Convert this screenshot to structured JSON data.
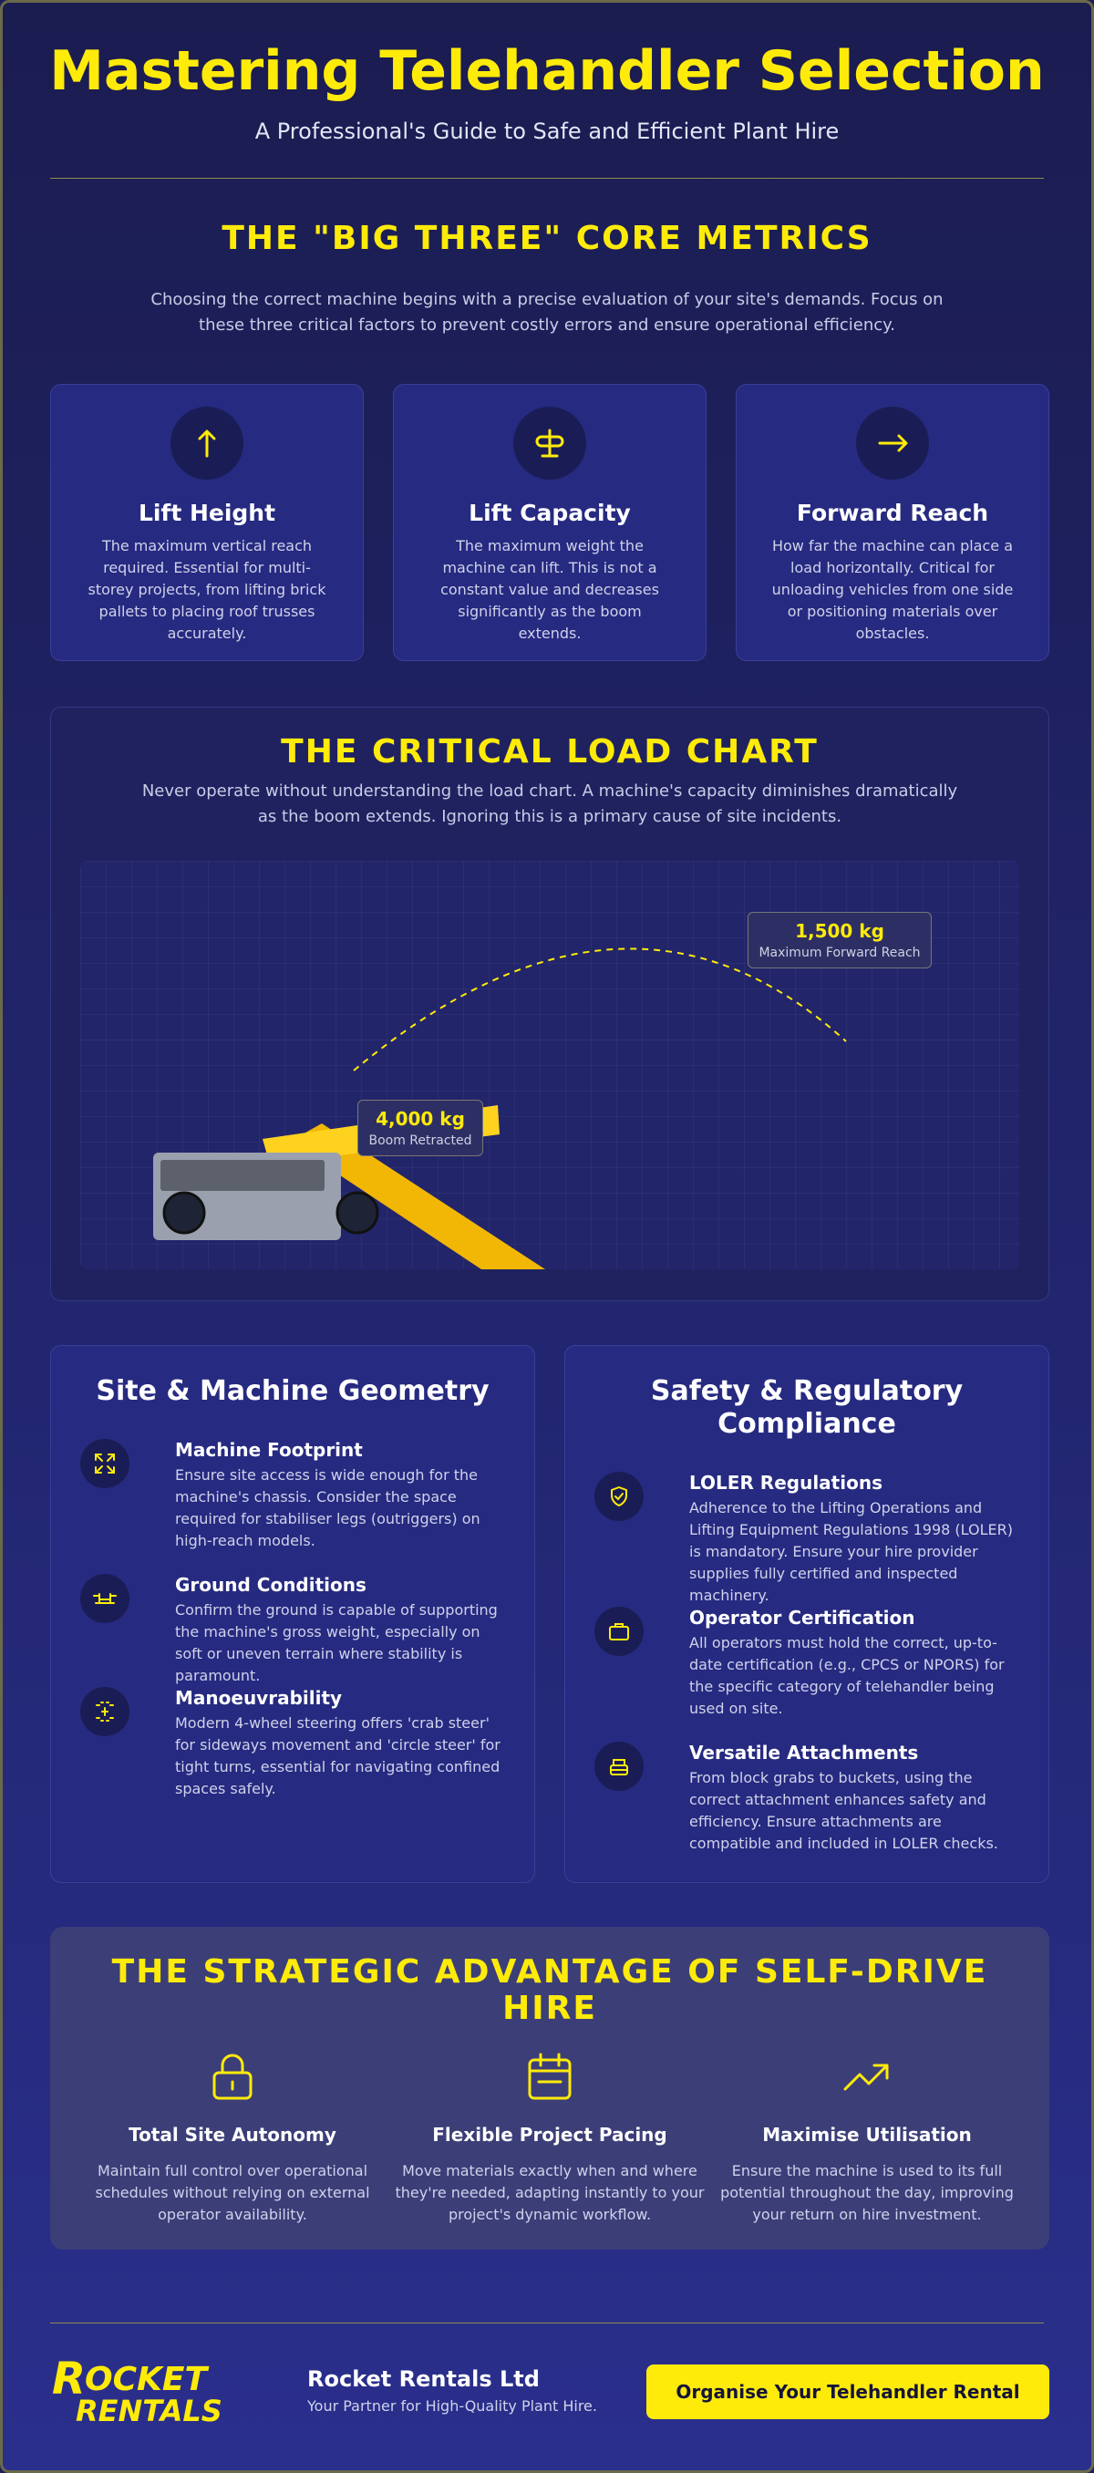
{
  "header": {
    "title": "Mastering Telehandler Selection",
    "subtitle": "A Professional's Guide to Safe and Efficient Plant Hire"
  },
  "metrics": {
    "title": "THE \"BIG THREE\" CORE METRICS",
    "intro": "Choosing the correct machine begins with a precise evaluation of your site's demands. Focus on these three critical factors to prevent costly errors and ensure operational efficiency.",
    "cards": [
      {
        "icon": "arrow-up-icon",
        "title": "Lift Height",
        "text": "The maximum vertical reach required. Essential for multi-storey projects, from lifting brick pallets to placing roof trusses accurately."
      },
      {
        "icon": "weight-scale-icon",
        "title": "Lift Capacity",
        "text": "The maximum weight the machine can lift. This is not a constant value and decreases significantly as the boom extends."
      },
      {
        "icon": "arrow-right-icon",
        "title": "Forward Reach",
        "text": "How far the machine can place a load horizontally. Critical for unloading vehicles from one side or positioning materials over obstacles."
      }
    ]
  },
  "load_chart": {
    "title": "THE CRITICAL LOAD CHART",
    "intro": "Never operate without understanding the load chart. A machine's capacity diminishes dramatically as the boom extends. Ignoring this is a primary cause of site incidents.",
    "retracted": {
      "value": "4,000 kg",
      "label": "Boom Retracted"
    },
    "extended": {
      "value": "1,500 kg",
      "label": "Maximum Forward Reach"
    }
  },
  "geometry": {
    "title": "Site & Machine Geometry",
    "items": [
      {
        "icon": "expand-arrows-icon",
        "title": "Machine Footprint",
        "text": "Ensure site access is wide enough for the machine's chassis. Consider the space required for stabiliser legs (outriggers) on high-reach models."
      },
      {
        "icon": "ground-terrain-icon",
        "title": "Ground Conditions",
        "text": "Confirm the ground is capable of supporting the machine's gross weight, especially on soft or uneven terrain where stability is paramount."
      },
      {
        "icon": "steering-icon",
        "title": "Manoeuvrability",
        "text": "Modern 4-wheel steering offers 'crab steer' for sideways movement and 'circle steer' for tight turns, essential for navigating confined spaces safely."
      }
    ]
  },
  "compliance": {
    "title": "Safety & Regulatory Compliance",
    "items": [
      {
        "icon": "shield-check-icon",
        "title": "LOLER Regulations",
        "text": "Adherence to the Lifting Operations and Lifting Equipment Regulations 1998 (LOLER) is mandatory. Ensure your hire provider supplies fully certified and inspected machinery."
      },
      {
        "icon": "briefcase-icon",
        "title": "Operator Certification",
        "text": "All operators must hold the correct, up-to-date certification (e.g., CPCS or NPORS) for the specific category of telehandler being used on site."
      },
      {
        "icon": "attachment-icon",
        "title": "Versatile Attachments",
        "text": "From block grabs to buckets, using the correct attachment enhances safety and efficiency. Ensure attachments are compatible and included in LOLER checks."
      }
    ]
  },
  "advantage": {
    "title": "THE STRATEGIC ADVANTAGE OF SELF-DRIVE HIRE",
    "items": [
      {
        "icon": "padlock-icon",
        "title": "Total Site Autonomy",
        "text": "Maintain full control over operational schedules without relying on external operator availability."
      },
      {
        "icon": "calendar-icon",
        "title": "Flexible Project Pacing",
        "text": "Move materials exactly when and where they're needed, adapting instantly to your project's dynamic workflow."
      },
      {
        "icon": "trend-up-icon",
        "title": "Maximise Utilisation",
        "text": "Ensure the machine is used to its full potential throughout the day, improving your return on hire investment."
      }
    ]
  },
  "footer": {
    "logo_top": "ROCKET",
    "logo_bottom": "RENTALS",
    "company": "Rocket Rentals Ltd",
    "tagline": "Your Partner for High-Quality Plant Hire.",
    "cta": "Organise Your Telehandler Rental"
  },
  "colors": {
    "accent": "#ffeb0a",
    "background": "#1c1f57",
    "card": "#262a80"
  }
}
